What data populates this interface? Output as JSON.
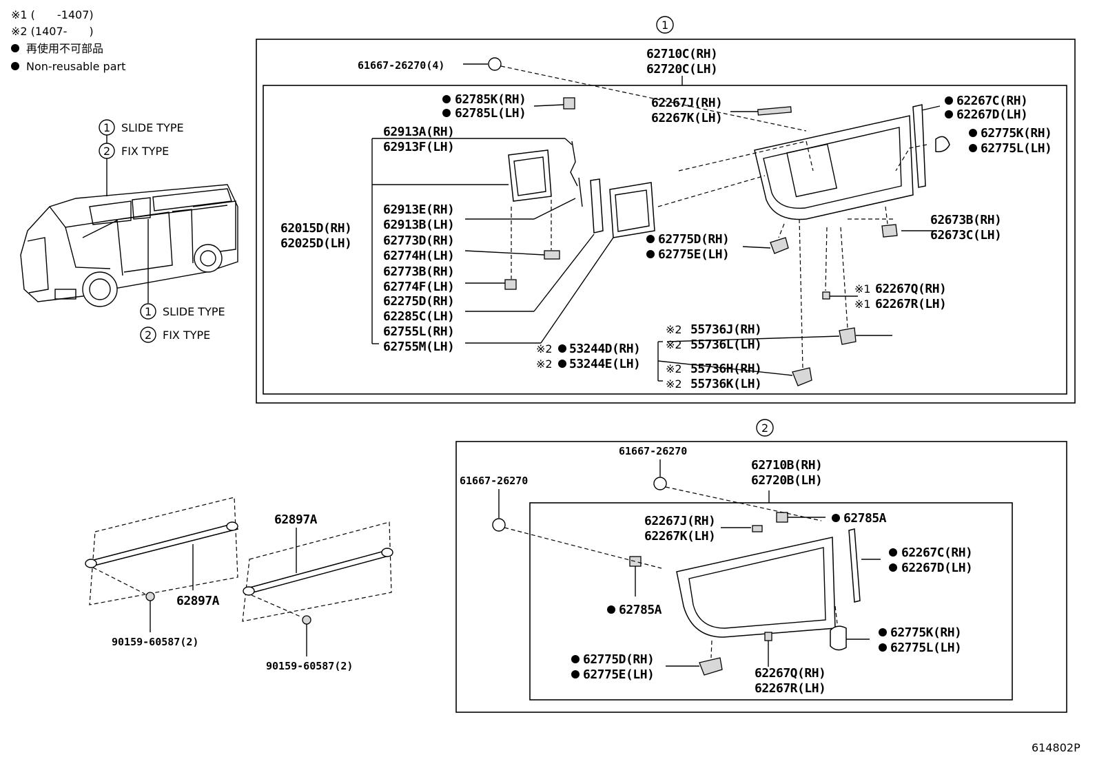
{
  "legend": {
    "note1": "※1 (　　-1407)",
    "note2": "※2 (1407-　　)",
    "nonreuse_jp": "再使用不可部品",
    "nonreuse_en": "Non-reusable part"
  },
  "types": {
    "slide_num": "1",
    "slide": "SLIDE TYPE",
    "fix_num": "2",
    "fix": "FIX TYPE"
  },
  "figure_id": "614802P",
  "section1": {
    "num": "1",
    "labels": {
      "p61667_4": "61667-26270(4)",
      "p62710C": "62710C(RH)",
      "p62720C": "62720C(LH)",
      "p62785K": "62785K(RH)",
      "p62785L": "62785L(LH)",
      "p62267J": "62267J(RH)",
      "p62267K": "62267K(LH)",
      "p62267C": "62267C(RH)",
      "p62267D": "62267D(LH)",
      "p62775K": "62775K(RH)",
      "p62775L": "62775L(LH)",
      "p62913A": "62913A(RH)",
      "p62913F": "62913F(LH)",
      "p62913E": "62913E(RH)",
      "p62913B": "62913B(LH)",
      "p62015D": "62015D(RH)",
      "p62025D": "62025D(LH)",
      "p62773D": "62773D(RH)",
      "p62774H": "62774H(LH)",
      "p62773B": "62773B(RH)",
      "p62774F": "62774F(LH)",
      "p62275D": "62275D(RH)",
      "p62285C": "62285C(LH)",
      "p62755L": "62755L(RH)",
      "p62755M": "62755M(LH)",
      "p62775D": "62775D(RH)",
      "p62775E": "62775E(LH)",
      "p62673B": "62673B(RH)",
      "p62673C": "62673C(LH)",
      "p62267Q": "62267Q(RH)",
      "p62267R": "62267R(LH)",
      "p55736J": "55736J(RH)",
      "p55736L": "55736L(LH)",
      "p55736H": "55736H(RH)",
      "p55736K": "55736K(LH)",
      "p53244D": "53244D(RH)",
      "p53244E": "53244E(LH)"
    },
    "marks": {
      "m1": "※1",
      "m2": "※2"
    }
  },
  "section2": {
    "num": "2",
    "labels": {
      "p61667_a": "61667-26270",
      "p61667_b": "61667-26270",
      "p62710B": "62710B(RH)",
      "p62720B": "62720B(LH)",
      "p62785A_top": "62785A",
      "p62267J": "62267J(RH)",
      "p62267K": "62267K(LH)",
      "p62267C": "62267C(RH)",
      "p62267D": "62267D(LH)",
      "p62785A_bot": "62785A",
      "p62775K": "62775K(RH)",
      "p62775L": "62775L(LH)",
      "p62775D": "62775D(RH)",
      "p62775E": "62775E(LH)",
      "p62267Q": "62267Q(RH)",
      "p62267R": "62267R(LH)"
    }
  },
  "mouldings": {
    "p62897A_left": "62897A",
    "p62897A_right": "62897A",
    "p90159_left": "90159-60587(2)",
    "p90159_right": "90159-60587(2)"
  }
}
